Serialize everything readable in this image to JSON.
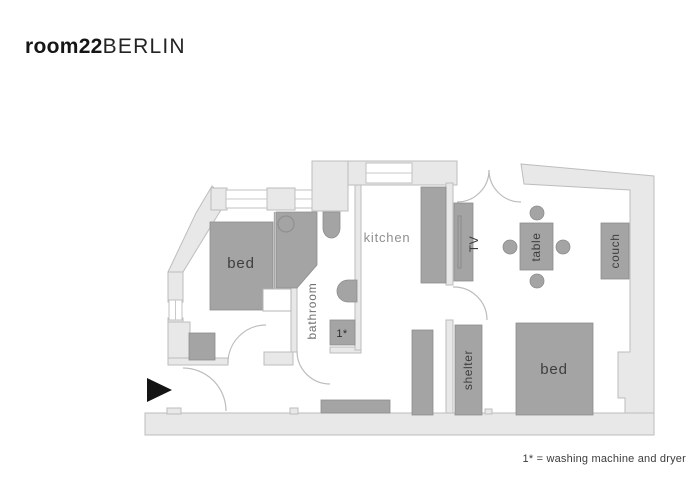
{
  "logo": {
    "bold": "room22",
    "light": "BERLIN"
  },
  "plan": {
    "labels": {
      "bed_left": "bed",
      "bed_right": "bed",
      "kitchen": "kitchen",
      "bathroom": "bathroom",
      "tv": "TV",
      "table": "table",
      "couch": "couch",
      "shelter": "shelter",
      "washer": "1*"
    }
  },
  "footnote": {
    "text": "1* = washing machine and dryer"
  },
  "colors": {
    "background": "#ffffff",
    "wall_fill": "#e8e8e8",
    "wall_outline": "#bdbdbd",
    "furniture_fill": "#a4a4a4",
    "furniture_outline": "#8d8d8d",
    "label_dark": "#3e3e3e",
    "label_room": "#8f8f8f",
    "entrance_marker": "#141414",
    "logo_color": "#161616"
  }
}
